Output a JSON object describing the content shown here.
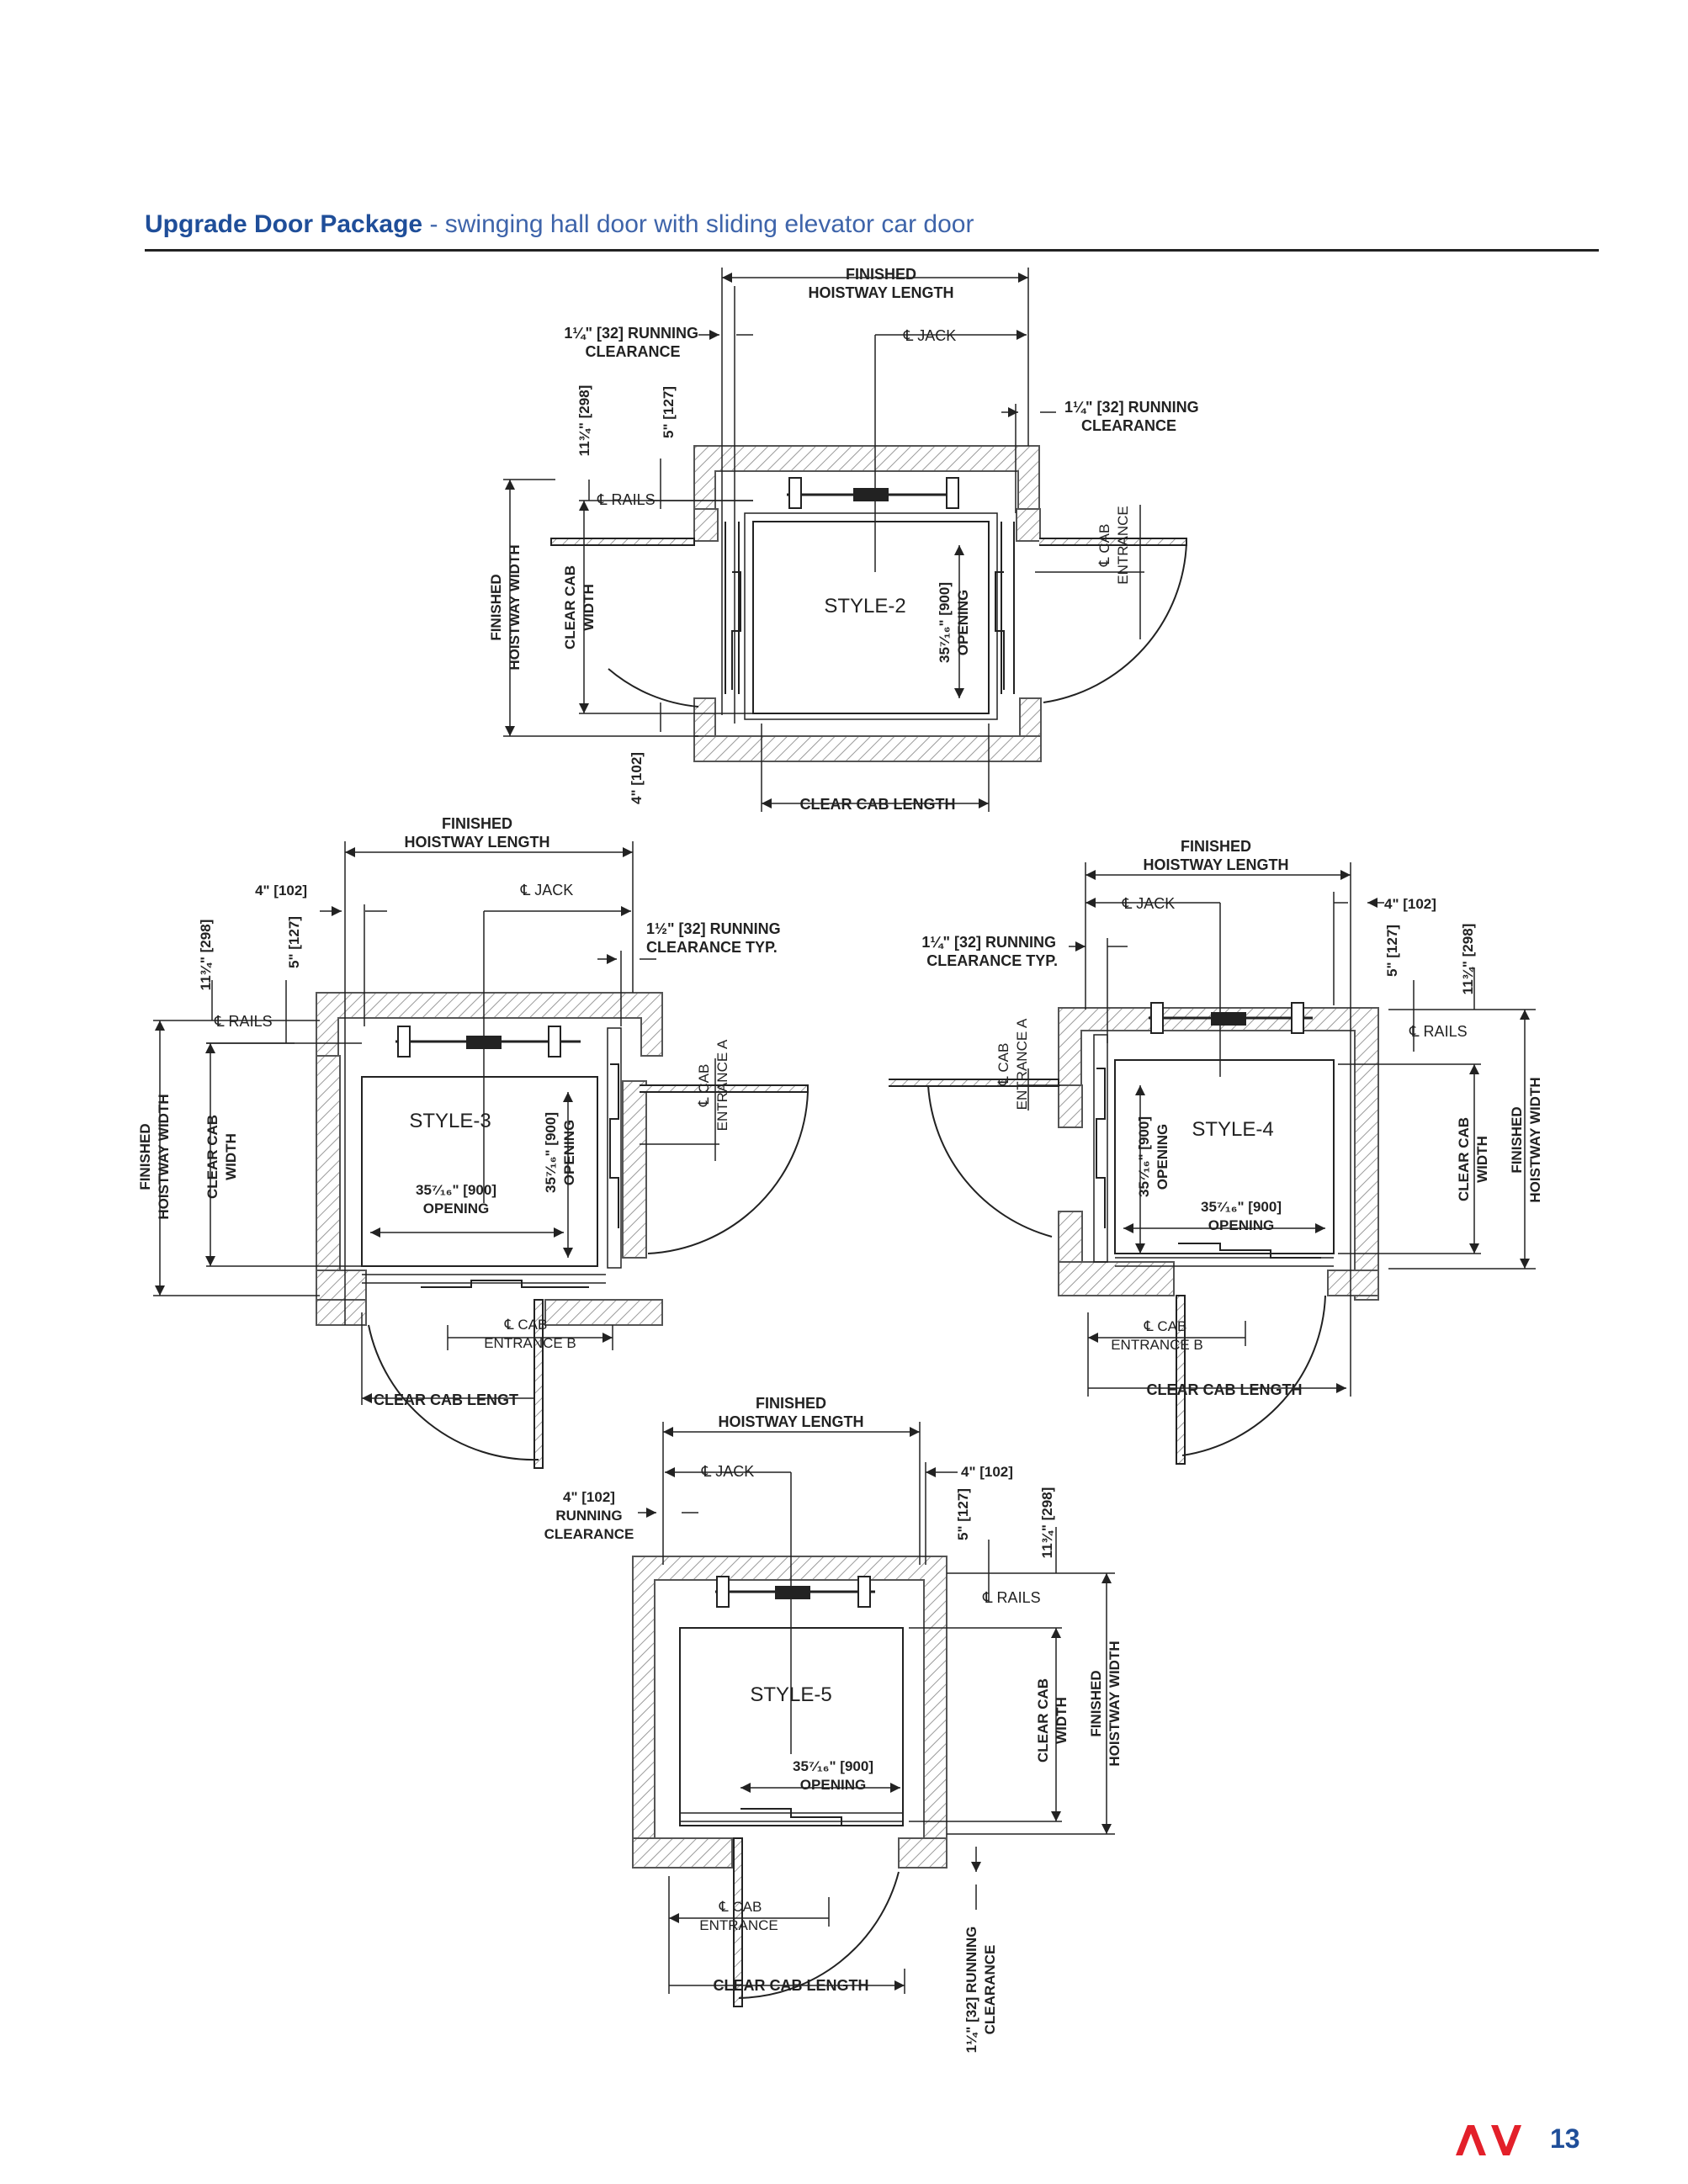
{
  "header": {
    "title_bold": "Upgrade Door Package",
    "title_rest": " - swinging hall door with sliding elevator car door"
  },
  "footer": {
    "logo_text": "AV",
    "page_number": "13",
    "brand_red": "#e3202a",
    "brand_blue": "#1f4e99"
  },
  "diagrams": {
    "style2": {
      "name": "STYLE-2",
      "finished_hoistway_length": [
        "FINISHED",
        "HOISTWAY LENGTH"
      ],
      "running_clearance_left": [
        "1¼\" [32] RUNNING",
        "CLEARANCE"
      ],
      "running_clearance_right": [
        "1¼\" [32] RUNNING",
        "CLEARANCE"
      ],
      "jack": "℄ JACK",
      "dim_298": "11¾\" [298]",
      "dim_127": "5\" [127]",
      "rails": "℄ RAILS",
      "finished_hoistway_width": [
        "FINISHED",
        "HOISTWAY WIDTH"
      ],
      "clear_cab_width": [
        "CLEAR CAB",
        "WIDTH"
      ],
      "opening": [
        "35⁷⁄₁₆\" [900]",
        "OPENING"
      ],
      "cab_entrance": [
        "℄ CAB",
        "ENTRANCE"
      ],
      "dim_102": "4\" [102]",
      "clear_cab_length": "CLEAR CAB LENGTH"
    },
    "style3": {
      "name": "STYLE-3",
      "finished_hoistway_length": [
        "FINISHED",
        "HOISTWAY LENGTH"
      ],
      "dim_102": "4\" [102]",
      "jack": "℄ JACK",
      "running_clearance": [
        "1½\" [32] RUNNING",
        "CLEARANCE TYP."
      ],
      "dim_298": "11¾\" [298]",
      "dim_127": "5\" [127]",
      "rails": "℄ RAILS",
      "cab_entrance_a": [
        "℄ CAB",
        "ENTRANCE A"
      ],
      "finished_hoistway_width": [
        "FINISHED",
        "HOISTWAY WIDTH"
      ],
      "clear_cab_width": [
        "CLEAR CAB",
        "WIDTH"
      ],
      "opening_side": [
        "35⁷⁄₁₆\" [900]",
        "OPENING"
      ],
      "opening_front": [
        "35⁷⁄₁₆\" [900]",
        "OPENING"
      ],
      "cab_entrance_b": [
        "℄ CAB",
        "ENTRANCE B"
      ],
      "clear_cab_length": "CLEAR CAB LENGT"
    },
    "style4": {
      "name": "STYLE-4",
      "finished_hoistway_length": [
        "FINISHED",
        "HOISTWAY LENGTH"
      ],
      "jack": "℄ JACK",
      "dim_102": "4\" [102]",
      "running_clearance": [
        "1¼\" [32] RUNNING",
        "CLEARANCE TYP."
      ],
      "dim_127": "5\" [127]",
      "dim_298": "11¾\" [298]",
      "rails": "℄ RAILS",
      "cab_entrance_a": [
        "℄ CAB",
        "ENTRANCE A"
      ],
      "opening_side": [
        "35⁷⁄₁₆\" [900]",
        "OPENING"
      ],
      "opening_front": [
        "35⁷⁄₁₆\" [900]",
        "OPENING"
      ],
      "clear_cab_width": [
        "CLEAR CAB",
        "WIDTH"
      ],
      "finished_hoistway_width": [
        "FINISHED",
        "HOISTWAY WIDTH"
      ],
      "cab_entrance_b": [
        "℄ CAB",
        "ENTRANCE B"
      ],
      "clear_cab_length": "CLEAR CAB LENGTH"
    },
    "style5": {
      "name": "STYLE-5",
      "finished_hoistway_length": [
        "FINISHED",
        "HOISTWAY LENGTH"
      ],
      "jack": "℄ JACK",
      "dim_102": "4\" [102]",
      "running_clearance_left": [
        "4\" [102]",
        "RUNNING",
        "CLEARANCE"
      ],
      "dim_127": "5\" [127]",
      "dim_298": "11¾\" [298]",
      "rails": "℄ RAILS",
      "clear_cab_width": [
        "CLEAR CAB",
        "WIDTH"
      ],
      "finished_hoistway_width": [
        "FINISHED",
        "HOISTWAY WIDTH"
      ],
      "opening": [
        "35⁷⁄₁₆\" [900]",
        "OPENING"
      ],
      "cab_entrance": [
        "℄ CAB",
        "ENTRANCE"
      ],
      "clear_cab_length": "CLEAR CAB LENGTH",
      "running_clearance_bottom": [
        "1¼\" [32] RUNNING",
        "CLEARANCE"
      ]
    }
  }
}
